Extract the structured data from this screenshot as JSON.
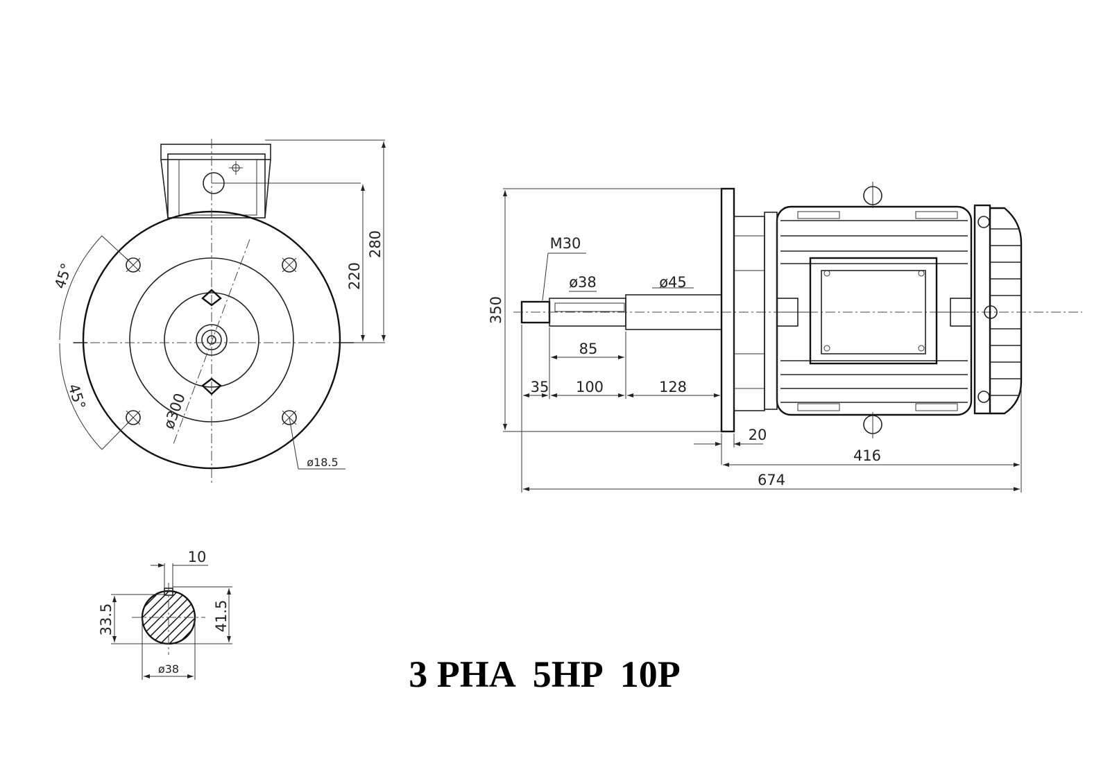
{
  "title": "3 PHA  5HP  10P",
  "front_view": {
    "dim_220": "220",
    "dim_280": "280",
    "angle_top": "45°",
    "angle_bottom": "45°",
    "pcd": "ø300",
    "hole": "ø18.5"
  },
  "side_view": {
    "thread": "M30",
    "dia_38": "ø38",
    "dia_45": "ø45",
    "flange_height": "350",
    "key_length": "85",
    "seg_35": "35",
    "seg_100": "100",
    "seg_128": "128",
    "flange_thk": "20",
    "body_len": "416",
    "total_len": "674"
  },
  "shaft_section": {
    "key_width": "10",
    "dim_33_5": "33.5",
    "dim_41_5": "41.5",
    "dia": "ø38"
  }
}
